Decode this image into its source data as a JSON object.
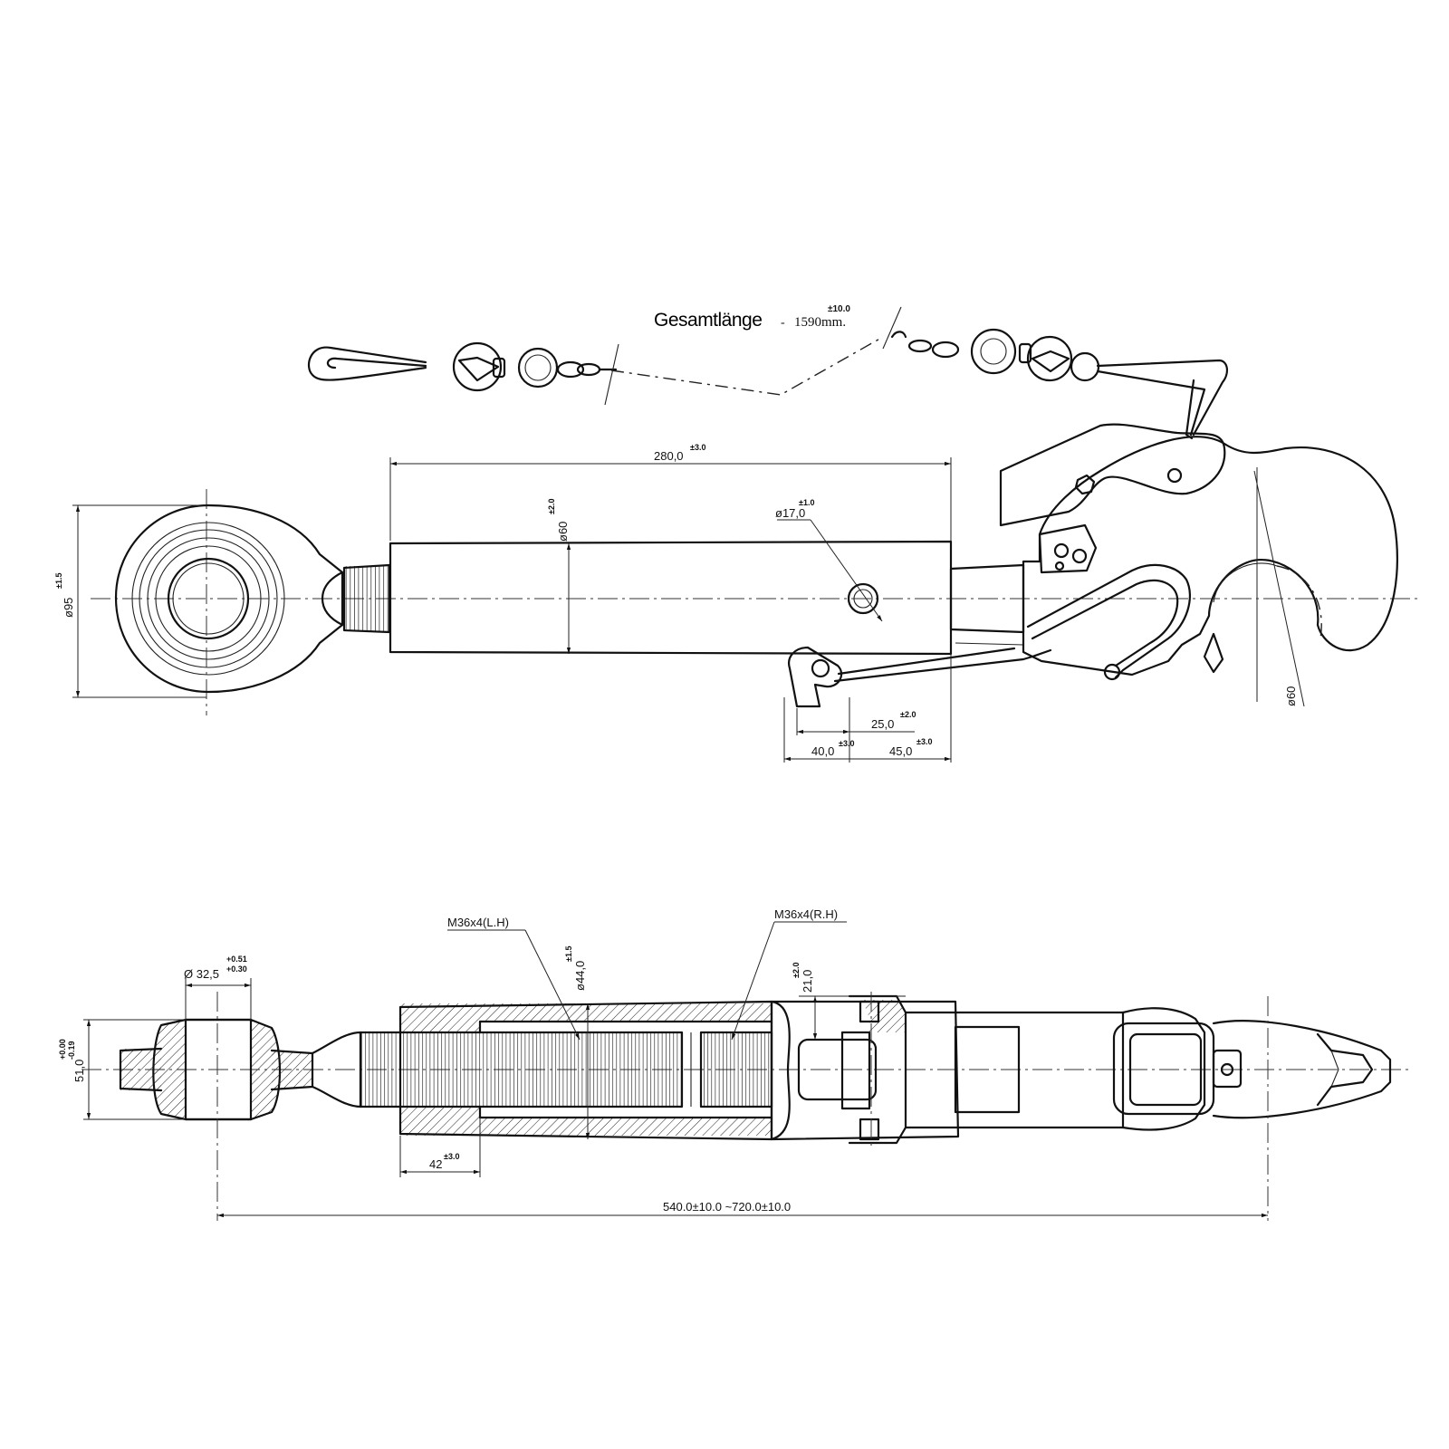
{
  "title": {
    "label": "Gesamtlänge",
    "prefix": "-",
    "value": "1590mm.",
    "tolerance": "±10.0"
  },
  "top_view": {
    "tube_length": {
      "value": "280,0",
      "tol": "±3.0"
    },
    "tube_diameter": {
      "value": "ø60",
      "tol": "±2.0"
    },
    "hole_diameter": {
      "value": "ø17,0",
      "tol": "±1.0"
    },
    "eye_diameter": {
      "value": "ø95",
      "tol": "±1.5"
    },
    "dim_25": {
      "value": "25,0",
      "tol": "±2.0"
    },
    "dim_40": {
      "value": "40,0",
      "tol": "±3.0"
    },
    "dim_45": {
      "value": "45,0",
      "tol": "±3.0"
    },
    "hook_diameter": {
      "value": "ø60"
    }
  },
  "side_view": {
    "thread_lh": "M36x4(L.H)",
    "thread_rh": "M36x4(R.H)",
    "inner_diameter": {
      "value": "ø44,0",
      "tol": "±1.5"
    },
    "ball_bore": {
      "value": "Ø 32,5",
      "tol_upper": "+0.51",
      "tol_lower": "+0.30"
    },
    "ball_width": {
      "value": "51,0",
      "tol_upper": "+0.00",
      "tol_lower": "-0.19"
    },
    "dim_21": {
      "value": "21,0",
      "tol": "±2.0"
    },
    "dim_42": {
      "value": "42",
      "tol": "±3.0"
    },
    "overall_length": "540.0±10.0  ~720.0±10.0"
  }
}
